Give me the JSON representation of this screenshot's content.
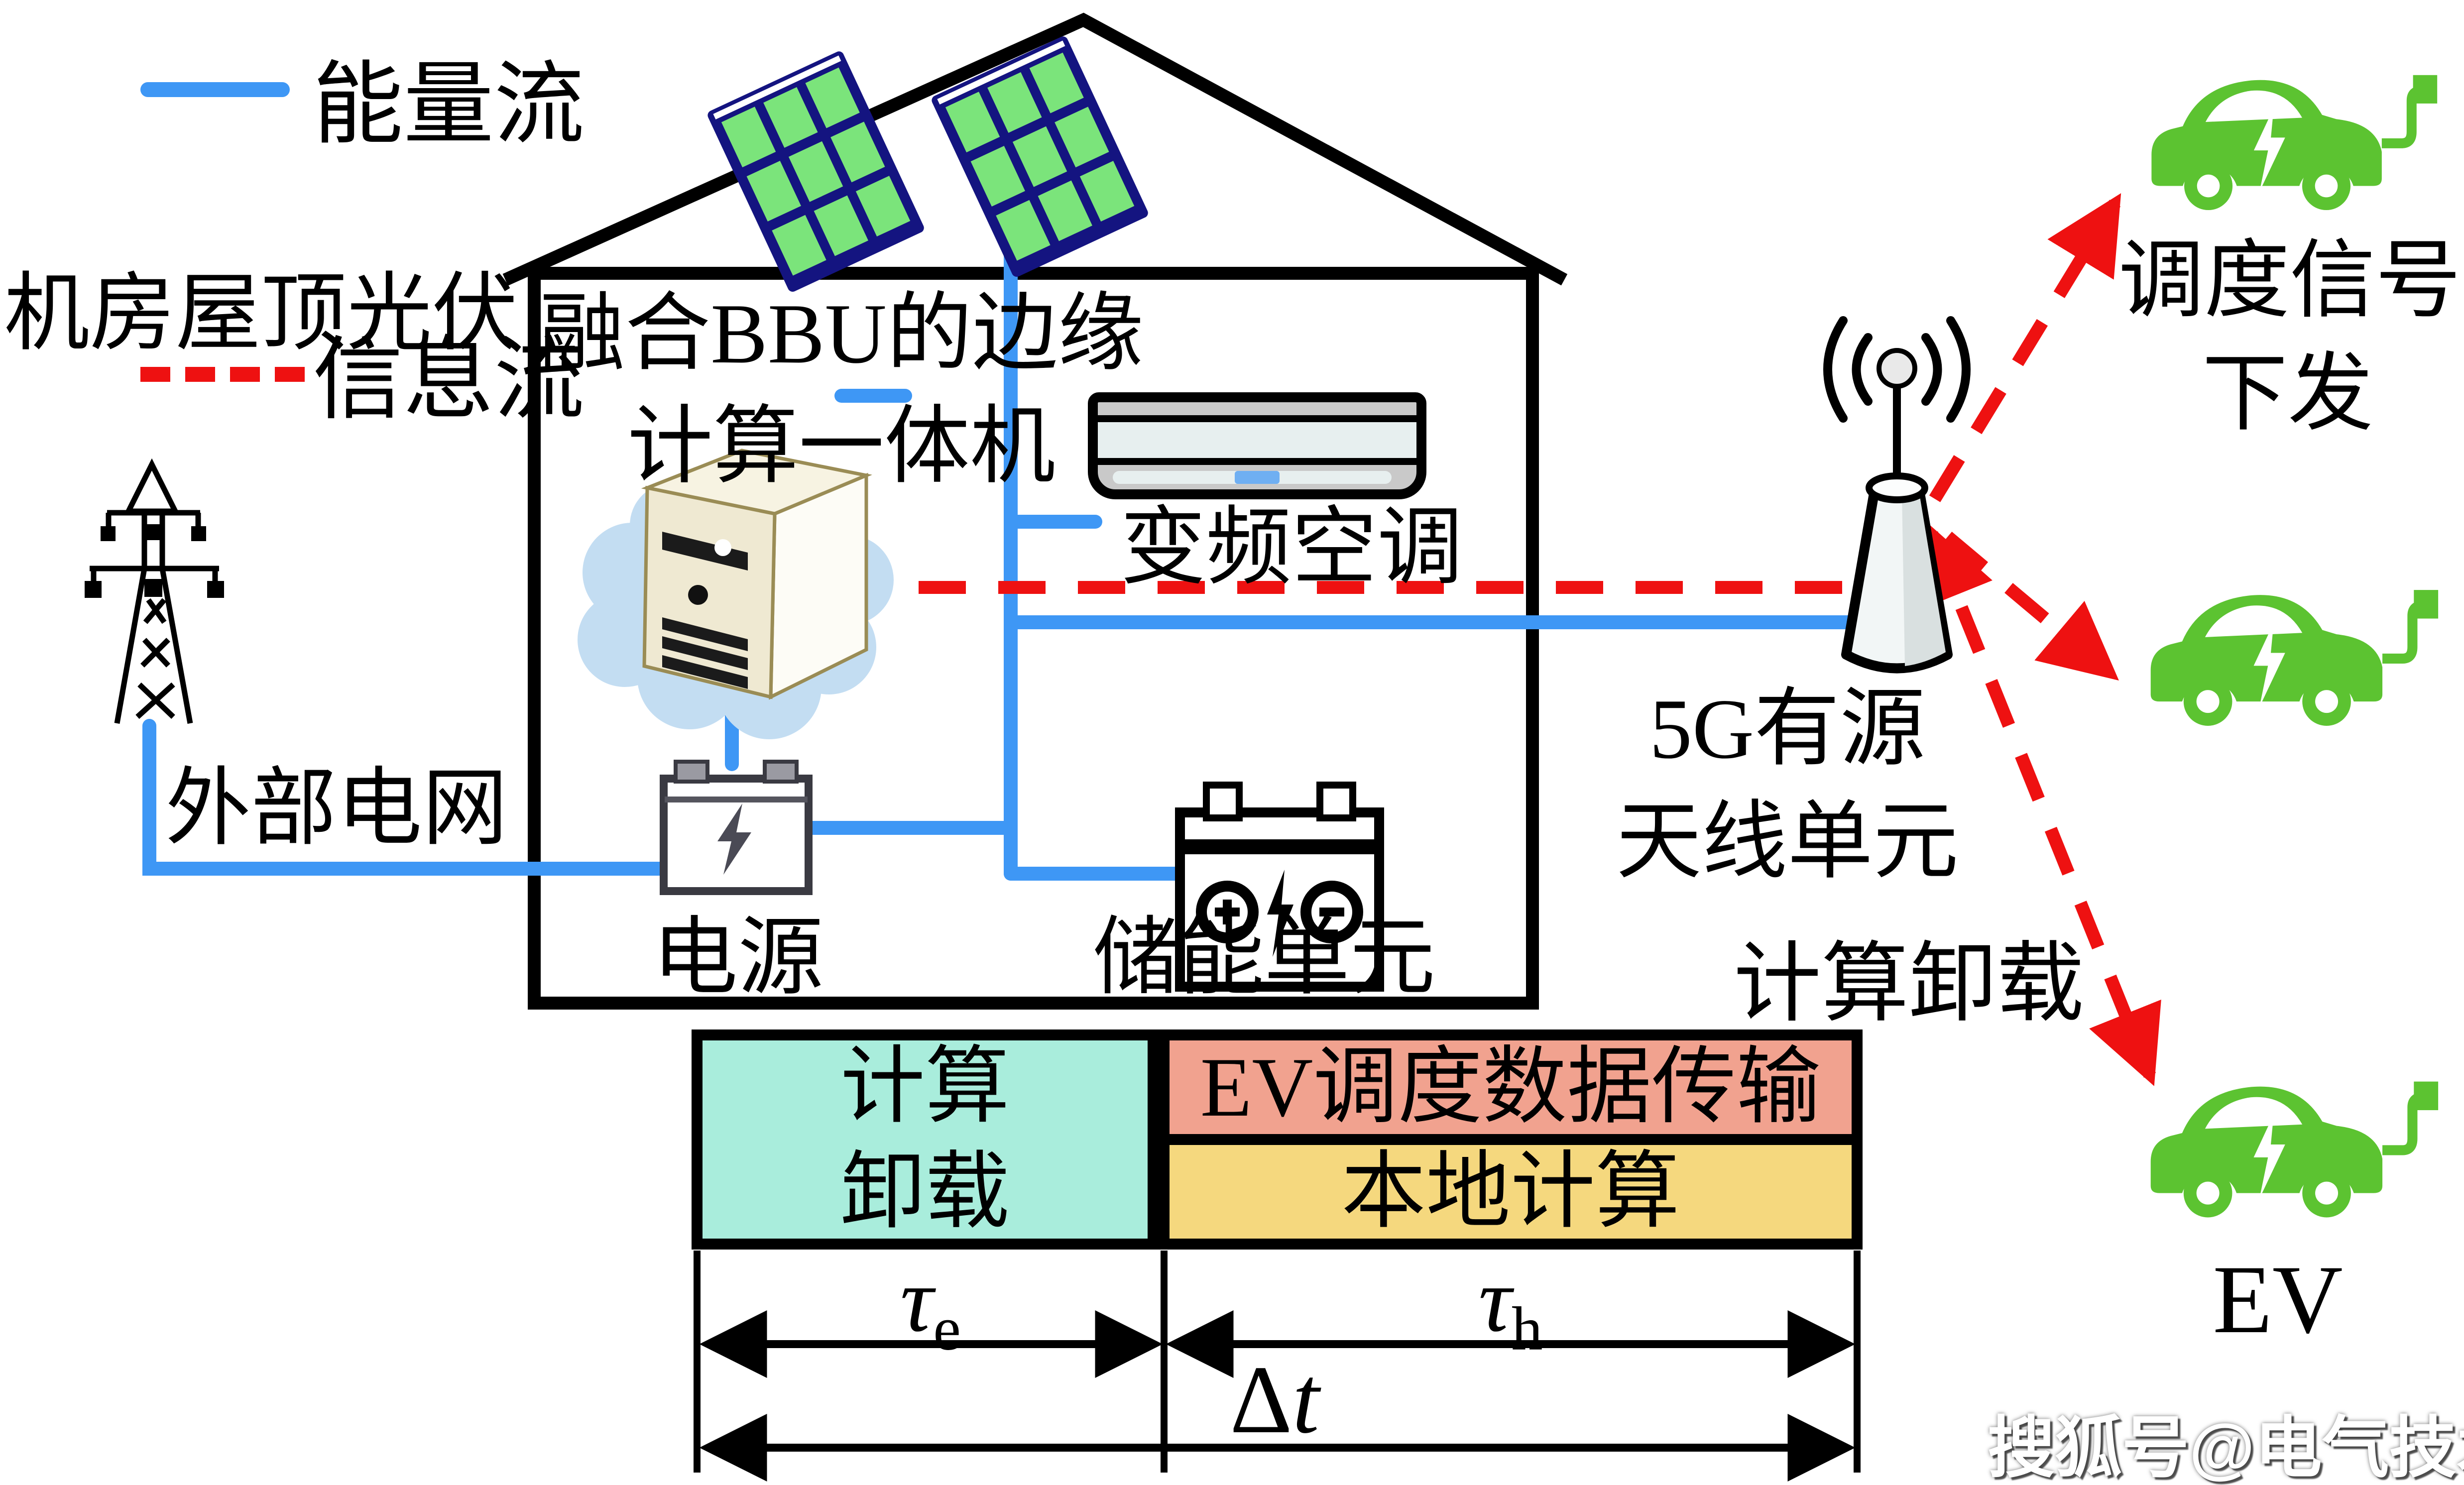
{
  "legend": {
    "energy_label": "能量流",
    "info_label": "信息流",
    "energy_color": "#3E97F5",
    "info_color": "#EE1111"
  },
  "labels": {
    "rooftop_pv": "机房屋顶光伏",
    "bbu_line1": "融合BBU的边缘",
    "bbu_line2": "计算一体机",
    "ac_unit": "变频空调",
    "external_grid": "外部电网",
    "power_supply": "电源",
    "storage_unit": "储能单元",
    "antenna_line1": "5G有源",
    "antenna_line2": "天线单元",
    "dispatch_line1": "调度信号",
    "dispatch_line2": "下发",
    "offload": "计算卸载",
    "ev": "EV"
  },
  "timeline": {
    "offload_cell_line1": "计算",
    "offload_cell_line2": "卸载",
    "transmission_cell": "EV调度数据传输",
    "local_cell": "本地计算",
    "tau_symbol": "τ",
    "tau_e_sub": "e",
    "tau_h_sub": "h",
    "delta": "Δ",
    "delta_var": "t",
    "colors": {
      "offload": "#A9EDDC",
      "transmission": "#F1A28F",
      "local": "#F5D87E"
    }
  },
  "colors": {
    "energy_flow": "#3E97F5",
    "info_flow": "#EE1111",
    "panel_frame": "#141480",
    "panel_cell": "#7BE47B",
    "ev_green": "#5CC331",
    "cloud": "#C3DDF2"
  },
  "watermark": "搜狐号@电气技术"
}
